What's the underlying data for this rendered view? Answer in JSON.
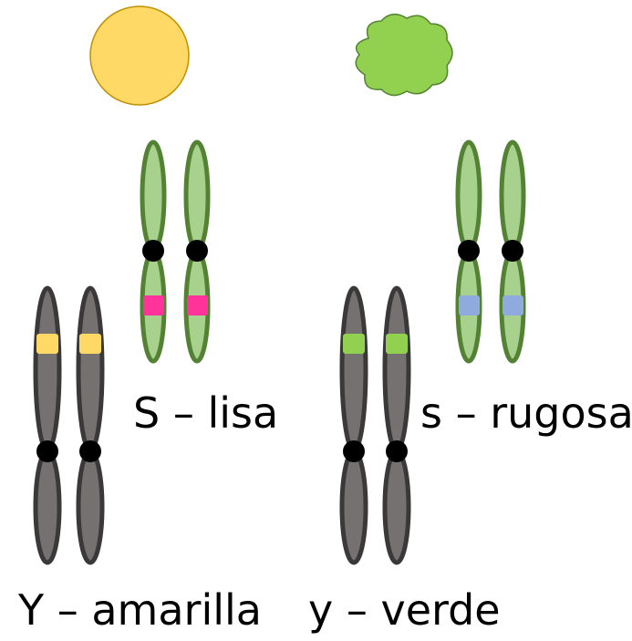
{
  "colors": {
    "smooth_pea_fill": "#FFD966",
    "smooth_pea_stroke": "#BF9000",
    "wrinkled_pea_fill": "#92D050",
    "wrinkled_pea_stroke": "#548235",
    "green_chromatid_fill": "#A9D18E",
    "green_chromatid_stroke": "#548235",
    "gray_chromatid_fill": "#767171",
    "gray_chromatid_stroke": "#3A3838",
    "centromere": "#000000",
    "allele_S": "#FF3399",
    "allele_s": "#8FAADC",
    "allele_Y": "#FFD966",
    "allele_y": "#92D050"
  },
  "icons": {
    "smooth_pea": "yellow-round-pea-icon",
    "wrinkled_pea": "green-wrinkled-pea-icon"
  },
  "labels": {
    "smooth": "S – lisa",
    "wrinkled": "s – rugosa",
    "yellow": "Y – amarilla",
    "green": "y – verde"
  }
}
